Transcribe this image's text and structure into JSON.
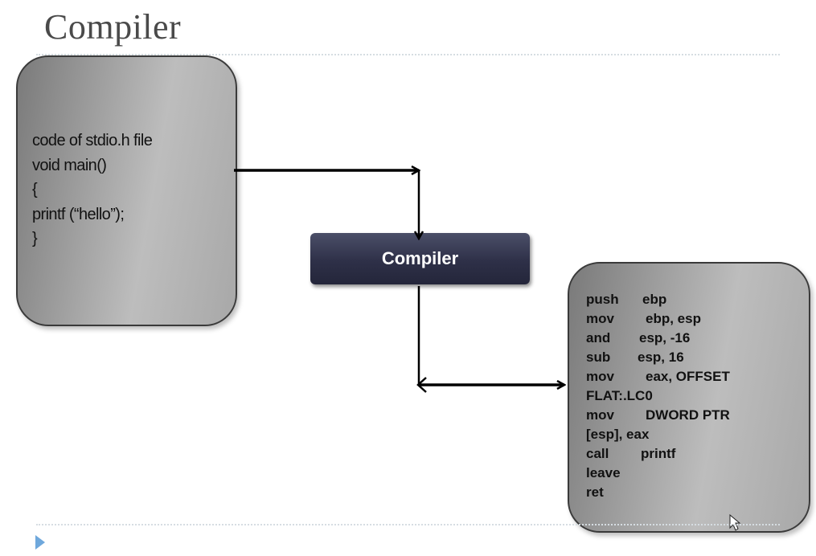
{
  "slide": {
    "title": "Compiler"
  },
  "source_box": {
    "lines": [
      "code of stdio.h file",
      "void main()",
      "{",
      "printf (“hello”);",
      "}"
    ]
  },
  "compiler_box": {
    "label": "Compiler"
  },
  "assembly_box": {
    "rows": [
      {
        "op": "push",
        "arg": "ebp"
      },
      {
        "op": "mov",
        "arg": "ebp, esp"
      },
      {
        "op": "and",
        "arg": "esp, -16"
      },
      {
        "op": "sub",
        "arg": "esp, 16"
      },
      {
        "op": "mov",
        "arg": "eax, OFFSET"
      },
      {
        "op": "FLAT:.LC0",
        "arg": ""
      },
      {
        "op": "mov",
        "arg": "DWORD PTR"
      },
      {
        "op": "[esp], eax",
        "arg": ""
      },
      {
        "op": "call",
        "arg": "printf"
      },
      {
        "op": "leave",
        "arg": ""
      },
      {
        "op": "ret",
        "arg": ""
      }
    ]
  },
  "colors": {
    "compiler_fill": "#2e3048",
    "box_gray": "#a8a8a8",
    "arrow": "#000000",
    "nav_accent": "#6fa8dc"
  },
  "icons": {
    "navigation": "play-triangle-icon"
  }
}
